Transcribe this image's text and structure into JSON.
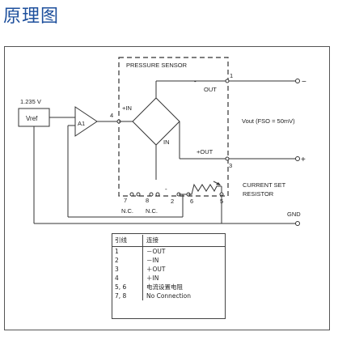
{
  "title": "原理图",
  "schematic": {
    "sensor_label": "PRESSURE SENSOR",
    "vref_voltage": "1.235 V",
    "vref_label": "Vref",
    "amp_label": "A1",
    "plus_in_label": "+IN",
    "minus_in_label": "IN",
    "minus_out_label": "OUT",
    "plus_out_label": "+OUT",
    "minus_dash": "-",
    "vout_label": "Vout (FSO = 50mV)",
    "current_label_1": "CURRENT  SET",
    "current_label_2": "RESISTOR",
    "gnd_label": "GND",
    "out_minus_symbol": "−",
    "out_plus_symbol": "+",
    "pins": {
      "p1": "1",
      "p2": "2",
      "p3": "3",
      "p4": "4",
      "p5": "5",
      "p6": "6",
      "p7": "7",
      "p8": "8"
    },
    "nc_7": "N.C.",
    "nc_8": "N.C."
  },
  "pin_table": {
    "headers": [
      "引线",
      "连接"
    ],
    "rows": [
      [
        "1",
        "－OUT"
      ],
      [
        "2",
        "－IN"
      ],
      [
        "3",
        "＋OUT"
      ],
      [
        "4",
        "＋IN"
      ],
      [
        "5, 6",
        "电流设置电阻"
      ],
      [
        "7, 8",
        "No Connection"
      ]
    ]
  },
  "colors": {
    "title": "#1d4f9c",
    "line": "#333333"
  }
}
